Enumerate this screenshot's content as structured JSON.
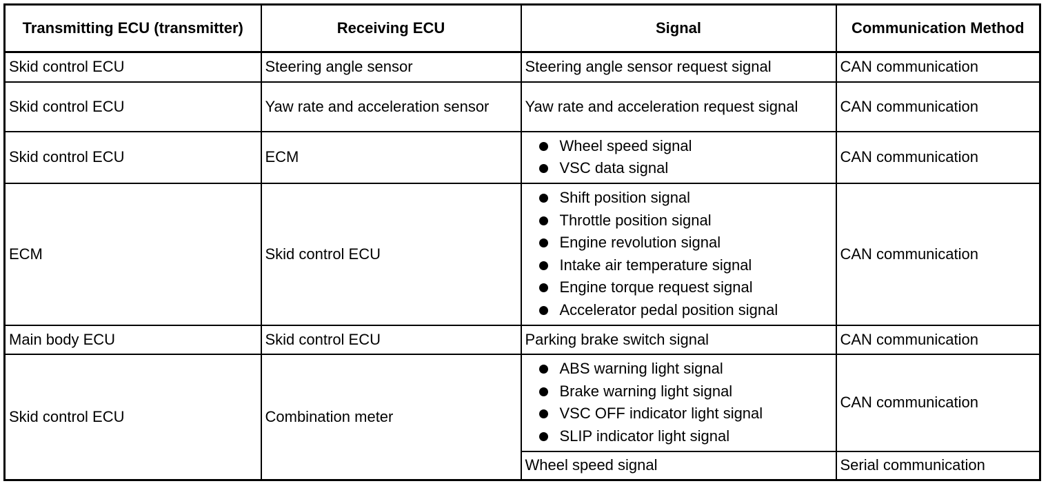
{
  "headers": {
    "transmitter": "Transmitting ECU (transmitter)",
    "receiver": "Receiving ECU",
    "signal": "Signal",
    "method": "Communication Method"
  },
  "rows": [
    {
      "transmitter": "Skid control ECU",
      "receiver": "Steering angle sensor",
      "signal": "Steering angle sensor request signal",
      "method": "CAN communication"
    },
    {
      "transmitter": "Skid control ECU",
      "receiver": "Yaw rate and acceleration sensor",
      "signal": "Yaw rate and acceleration request signal",
      "method": "CAN communication"
    },
    {
      "transmitter": "Skid control ECU",
      "receiver": "ECM",
      "signals": [
        "Wheel speed signal",
        "VSC data signal"
      ],
      "method": "CAN communication"
    },
    {
      "transmitter": "ECM",
      "receiver": "Skid control ECU",
      "signals": [
        "Shift position signal",
        "Throttle position signal",
        "Engine revolution signal",
        "Intake air temperature signal",
        "Engine torque request signal",
        "Accelerator pedal position signal"
      ],
      "method": "CAN communication"
    },
    {
      "transmitter": "Main body ECU",
      "receiver": "Skid control ECU",
      "signal": "Parking brake switch signal",
      "method": "CAN communication"
    },
    {
      "transmitter": "Skid control ECU",
      "receiver": "Combination meter",
      "signals": [
        "ABS warning light signal",
        "Brake warning light signal",
        "VSC OFF indicator light signal",
        "SLIP indicator light signal"
      ],
      "method": "CAN communication",
      "extra": {
        "signal": "Wheel speed signal",
        "method": "Serial communication"
      }
    }
  ]
}
